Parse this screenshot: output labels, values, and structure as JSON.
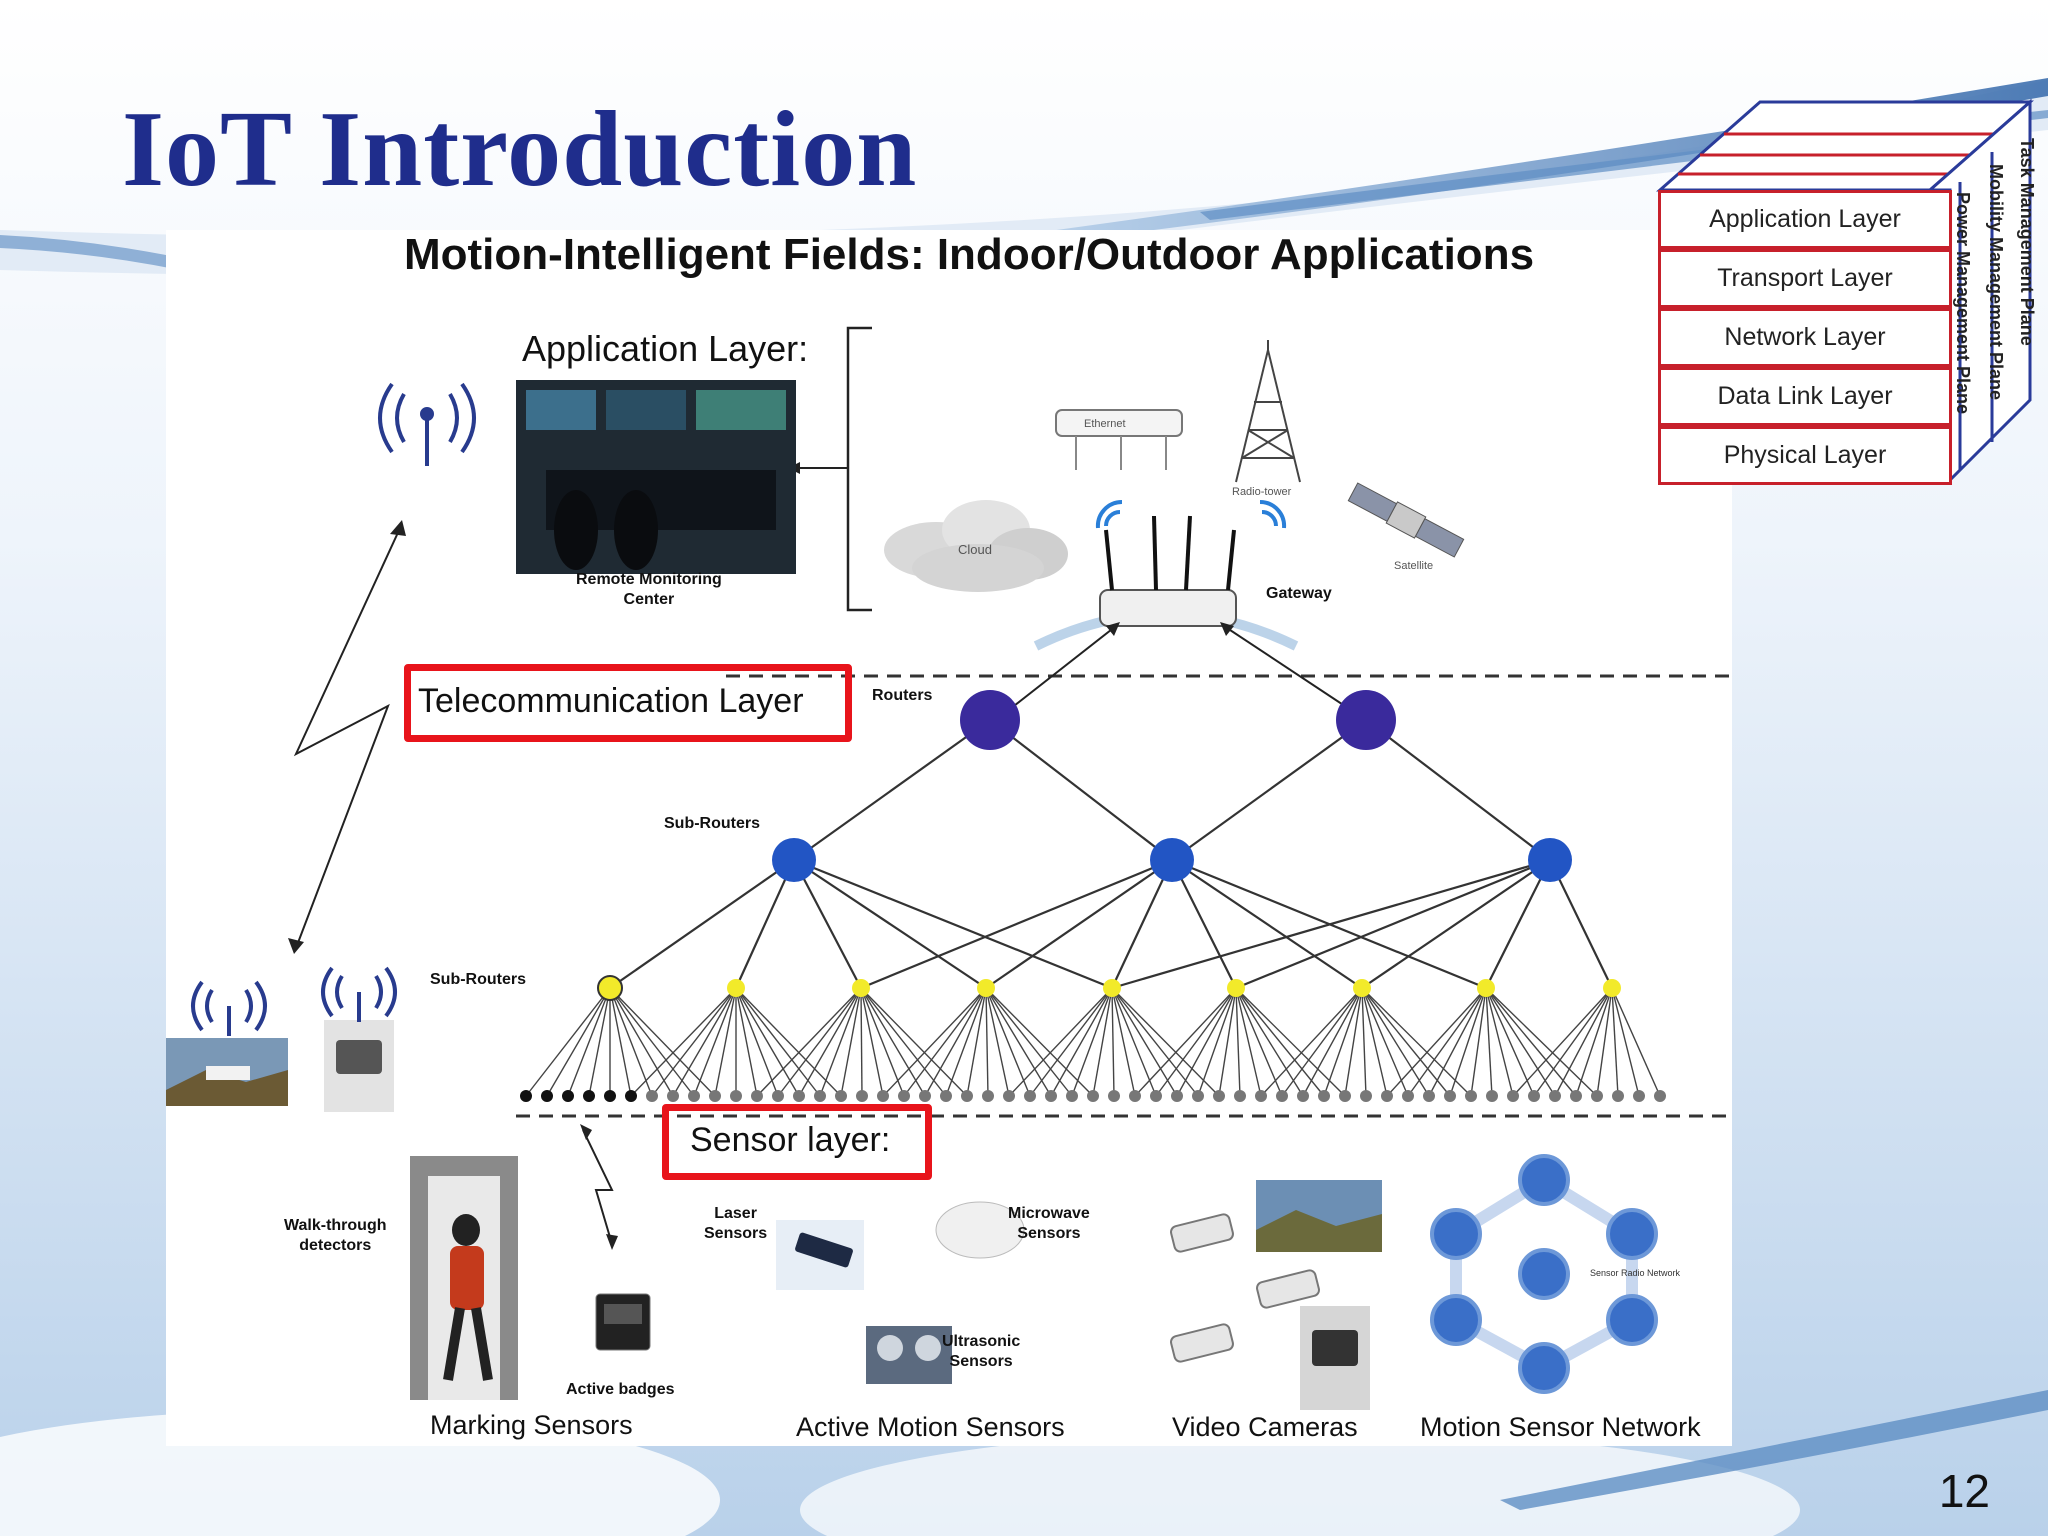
{
  "slide": {
    "title": "IoT Introduction",
    "page_number": "12",
    "colors": {
      "title": "#1f2d8c",
      "highlight": "#e8141b",
      "router": "#3a2a9c",
      "subrouter": "#2255c4",
      "node": "#f2ea2a"
    }
  },
  "diagram": {
    "heading": "Motion-Intelligent Fields: Indoor/Outdoor Applications",
    "application_layer": "Application Layer:",
    "telecom_layer": "Telecommunication Layer",
    "sensor_layer": "Sensor layer:",
    "remote_monitoring": "Remote Monitoring\nCenter",
    "ethernet": "Ethernet",
    "radio_tower": "Radio-tower",
    "cloud": "Cloud",
    "satellite": "Satellite",
    "gateway": "Gateway",
    "routers": "Routers",
    "sub_routers_1": "Sub-Routers",
    "sub_routers_2": "Sub-Routers",
    "walk_through": "Walk-through\ndetectors",
    "active_badges": "Active badges",
    "laser": "Laser\nSensors",
    "microwave": "Microwave\nSensors",
    "ultrasonic": "Ultrasonic\nSensors",
    "sensor_radio_network": "Sensor Radio Network",
    "captions": [
      "Marking Sensors",
      "Active Motion Sensors",
      "Video Cameras",
      "Motion Sensor Network"
    ],
    "icons": [
      "wifi-antenna-icon",
      "cloud-icon",
      "radio-tower-icon",
      "satellite-icon",
      "router-icon",
      "drone-icon",
      "robot-icon",
      "camera-icon"
    ]
  },
  "protocol_stack": {
    "layers": [
      "Application Layer",
      "Transport Layer",
      "Network Layer",
      "Data Link Layer",
      "Physical Layer"
    ],
    "planes": [
      "Power Management Plane",
      "Mobility Management Plane",
      "Task Management Plane"
    ]
  }
}
